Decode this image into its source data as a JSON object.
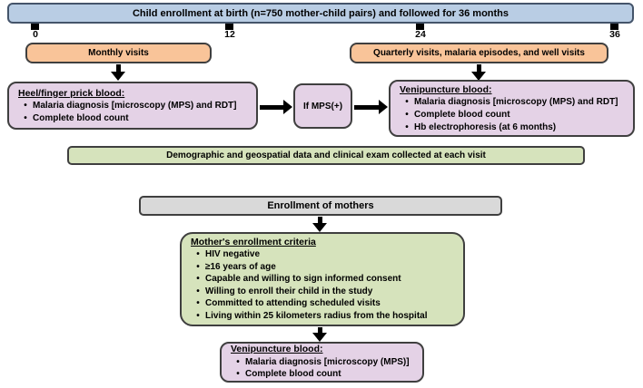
{
  "timeline": {
    "banner": "Child enrollment at birth (n=750 mother-child pairs) and followed for 36 months",
    "ticks": [
      "0",
      "12",
      "24",
      "36"
    ]
  },
  "visits": {
    "monthly": "Monthly visits",
    "quarterly": "Quarterly visits, malaria episodes, and well visits"
  },
  "heel_prick": {
    "title": "Heel/finger prick blood:",
    "bullets": [
      "Malaria diagnosis [microscopy (MPS) and RDT]",
      "Complete blood count"
    ]
  },
  "mps_condition": "If MPS(+)",
  "venipuncture_child": {
    "title": "Venipuncture blood:",
    "bullets": [
      "Malaria diagnosis [microscopy (MPS) and RDT]",
      "Complete blood count",
      "Hb electrophoresis (at 6 months)"
    ]
  },
  "demographic_banner": "Demographic and geospatial data and clinical exam collected at each visit",
  "mothers": {
    "enrollment_banner": "Enrollment of mothers",
    "criteria": {
      "title": "Mother's enrollment criteria",
      "bullets": [
        "HIV negative",
        "≥16 years of age",
        "Capable and willing to sign informed consent",
        "Willing to enroll their child in the study",
        "Committed to attending scheduled visits",
        "Living within 25 kilometers radius from the hospital"
      ]
    },
    "venipuncture": {
      "title": "Venipuncture blood:",
      "bullets": [
        "Malaria diagnosis [microscopy (MPS)]",
        "Complete blood count"
      ]
    }
  },
  "colors": {
    "banner_blue": "#b9cde4",
    "banner_blue_border": "#44546a",
    "visit_orange": "#f9c499",
    "blood_purple": "#e4d2e6",
    "data_green": "#d6e3bc",
    "neutral_gray": "#d9d9d9",
    "border_dark": "#3f3f3f",
    "arrow_black": "#000000"
  }
}
